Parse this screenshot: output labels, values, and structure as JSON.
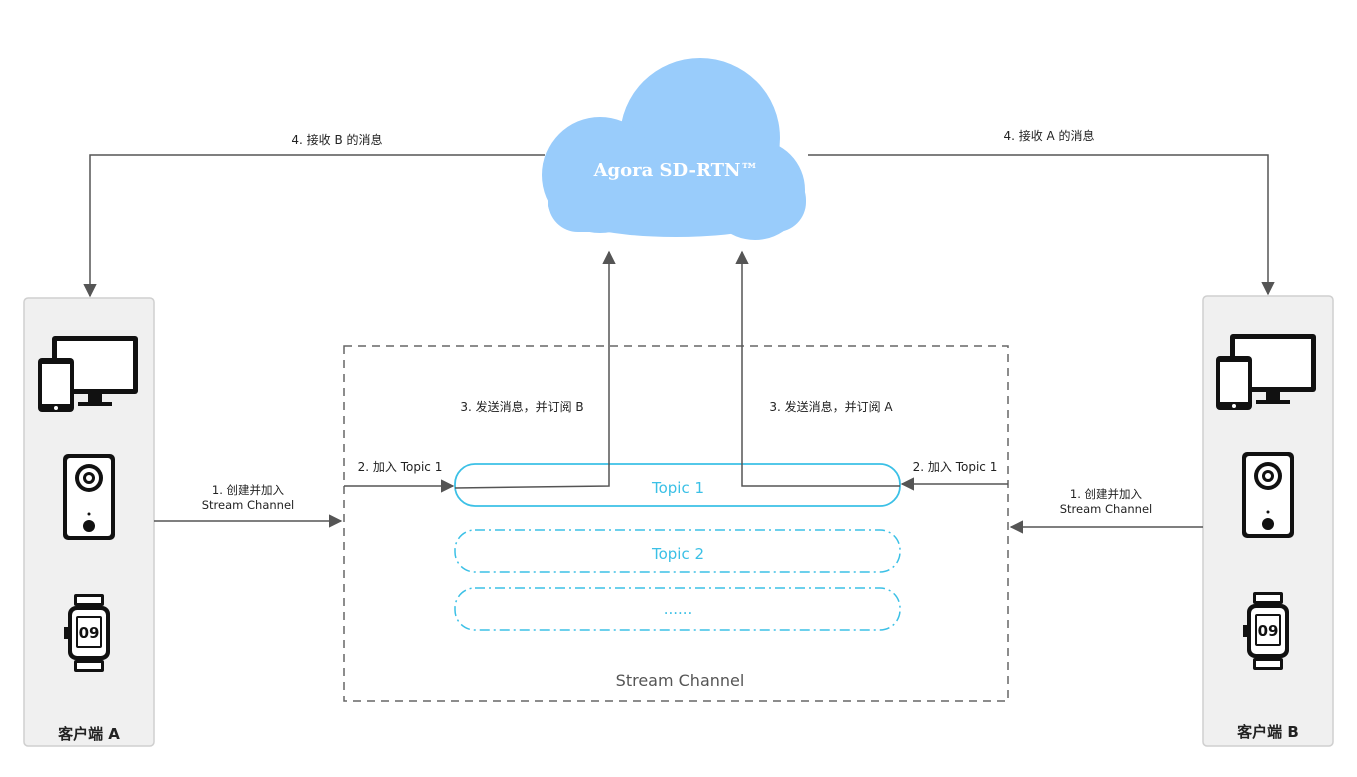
{
  "cloud": {
    "label": "Agora SD-RTN™"
  },
  "edges": {
    "receive_b": "4. 接收 B 的消息",
    "receive_a": "4. 接收 A 的消息",
    "send_subscribe_b": "3. 发送消息，并订阅 B",
    "send_subscribe_a": "3. 发送消息，并订阅 A",
    "join_topic_left": "2. 加入 Topic 1",
    "join_topic_right": "2. 加入 Topic 1",
    "create_join_left": [
      "1. 创建并加入",
      "Stream Channel"
    ],
    "create_join_right": [
      "1. 创建并加入",
      "Stream Channel"
    ]
  },
  "channel": {
    "label": "Stream Channel",
    "topics": [
      "Topic 1",
      "Topic 2",
      "......"
    ]
  },
  "clients": [
    {
      "label": "客户端 A",
      "devices": [
        "desktop-phone-icon",
        "door-camera-icon",
        "smartwatch-icon"
      ],
      "watch_text": "09"
    },
    {
      "label": "客户端 B",
      "devices": [
        "desktop-phone-icon",
        "door-camera-icon",
        "smartwatch-icon"
      ],
      "watch_text": "09"
    }
  ],
  "colors": {
    "cloud": "#99ccfb",
    "topic": "#3bc0e6",
    "line": "#555555",
    "client_panel": "#f0f0f0"
  }
}
